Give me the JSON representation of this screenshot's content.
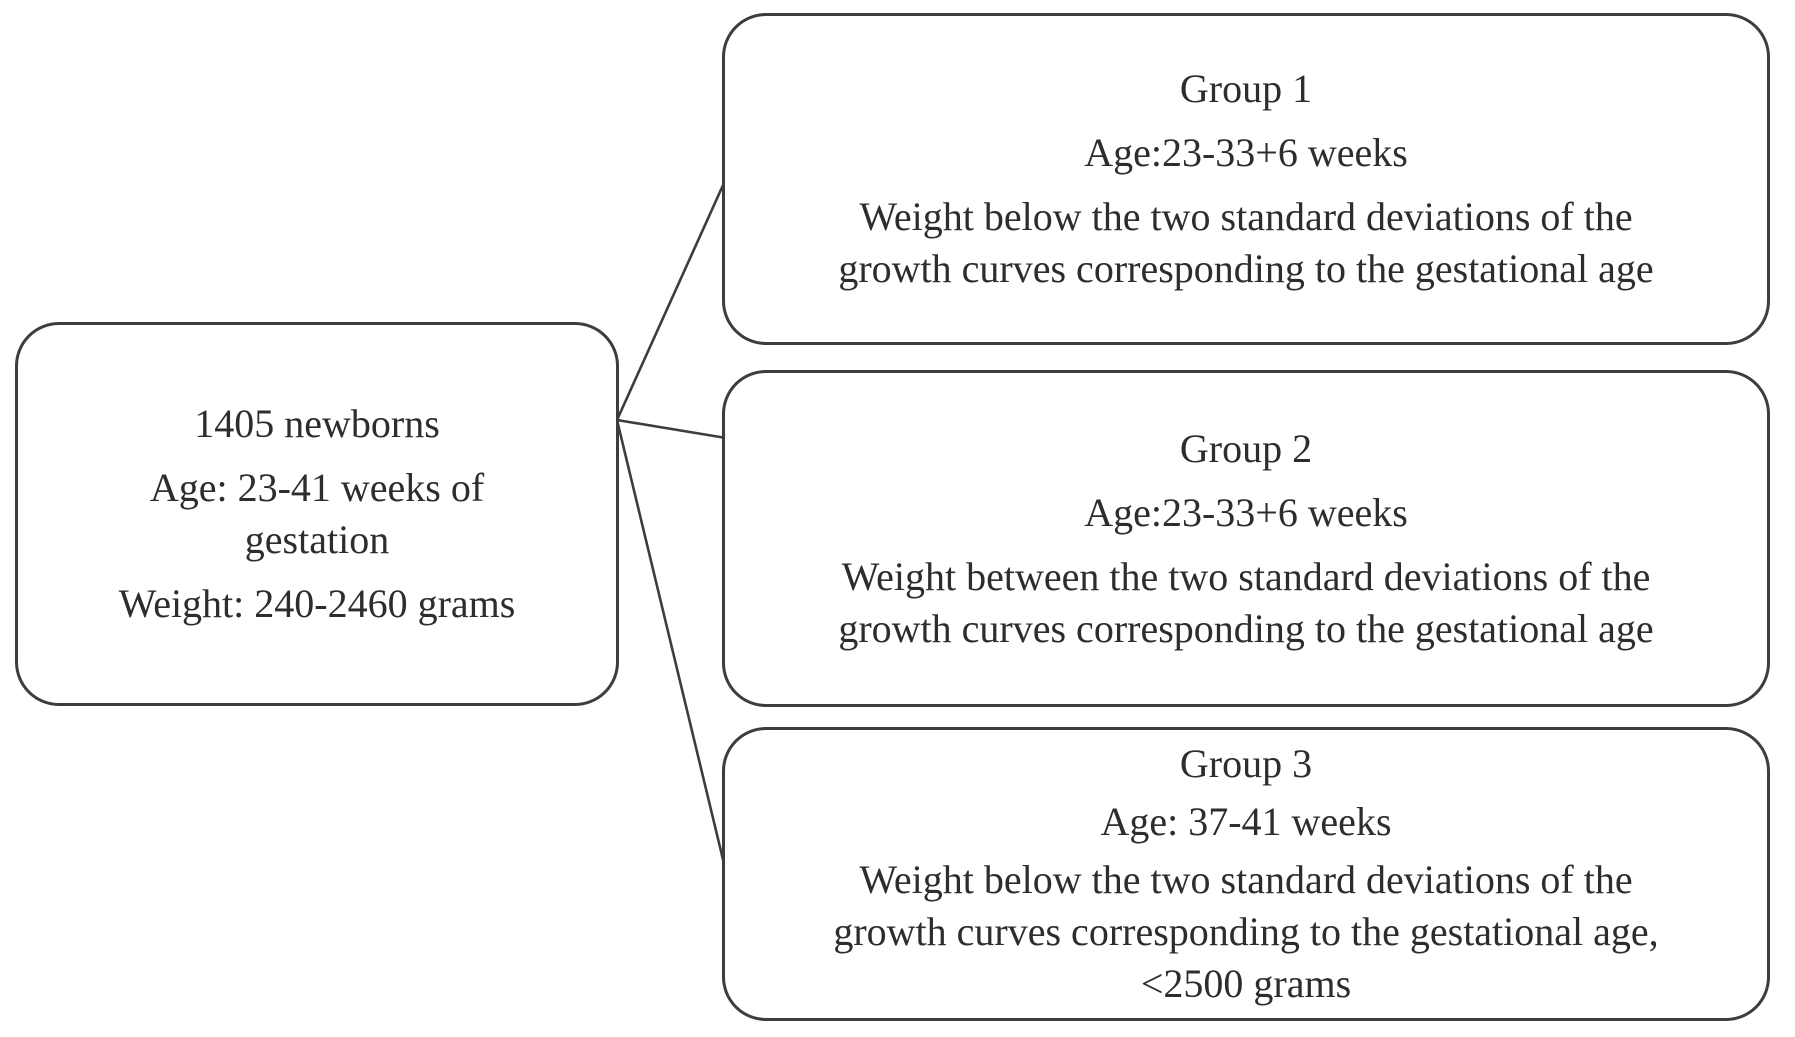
{
  "colors": {
    "background": "#ffffff",
    "box_border": "#3d3d3d",
    "text": "#2d2d2d",
    "connector_line": "#3d3d3d"
  },
  "root_box": {
    "paragraphs": [
      {
        "lines": [
          "1405 newborns"
        ]
      },
      {
        "lines": [
          "Age: 23-41 weeks of",
          "gestation"
        ]
      },
      {
        "lines": [
          "Weight: 240-2460 grams"
        ]
      }
    ]
  },
  "groups": [
    {
      "title": "Group 1",
      "age": "Age:23-33+6 weeks",
      "criteria": [
        "Weight below the two standard deviations of the",
        "growth curves corresponding to the gestational age"
      ]
    },
    {
      "title": "Group 2",
      "age": "Age:23-33+6 weeks",
      "criteria": [
        "Weight between the two standard deviations of the",
        "growth curves corresponding to the gestational age"
      ]
    },
    {
      "title": "Group 3",
      "age": "Age: 37-41 weeks",
      "criteria": [
        "Weight below the two standard deviations of the",
        "growth curves corresponding to the gestational age,",
        "<2500 grams"
      ]
    }
  ]
}
